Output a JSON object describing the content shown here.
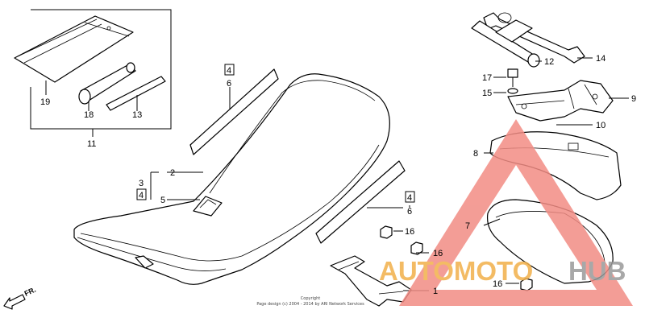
{
  "labels": {
    "l1": "1",
    "l2": "2",
    "l3": "3",
    "l4a": "4",
    "l5": "5",
    "l4b": "4",
    "l6a": "6",
    "l4c": "4",
    "l6b": "6",
    "l7": "7",
    "l8": "8",
    "l9": "9",
    "l10": "10",
    "l11": "11",
    "l12": "12",
    "l13": "13",
    "l14": "14",
    "l15": "15",
    "l16a": "16",
    "l16b": "16",
    "l16c": "16",
    "l17": "17",
    "l18": "18",
    "l19": "19"
  },
  "direction_mark": "FR.",
  "copyright": {
    "line1": "Copyright",
    "line2": "Page design (c) 2004 - 2014 by ARI Network Services"
  },
  "watermark": {
    "part1": "AUTOMOTO",
    "part2": "HUB",
    "colors": {
      "triangle": "#f28c84",
      "part1": "#f2b04a",
      "part2": "#999999"
    }
  }
}
